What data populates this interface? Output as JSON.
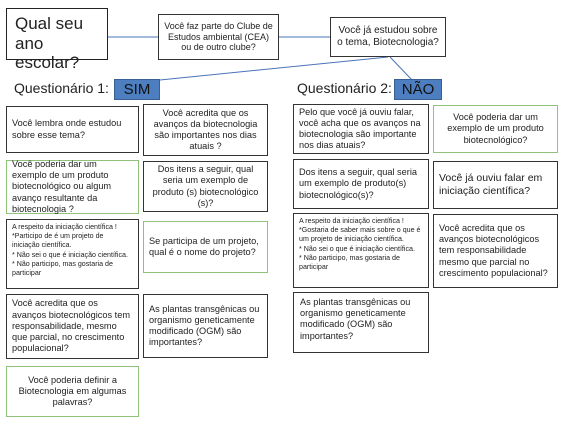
{
  "header": {
    "school_year": "Qual seu ano escolar?",
    "club_question": "Você faz parte do Clube de Estudos ambiental (CEA) ou de outro clube?",
    "studied_question": "Você já estudou sobre o tema, Biotecnologia?"
  },
  "questionnaire_1": {
    "label": "Questionário 1:",
    "tag": "SIM",
    "q1": "Você lembra onde estudou sobre esse tema?",
    "q2": "Você acredita que os avanços da biotecnologia são importantes nos dias atuais ?",
    "q3": "Você poderia dar um exemplo de um produto biotecnológico ou algum avanço resultante da biotecnologia ?",
    "q4": "Dos itens a seguir, qual seria um exemplo de produto (s) biotecnológico (s)?",
    "q5_lines": [
      "A respeito da iniciação científica !",
      "*Participo de é um projeto de iniciação científica.",
      "* Não sei o que é iniciação científica.",
      "* Não participo, mas gostaria de participar"
    ],
    "q6": "Se participa de um projeto, qual é o nome do projeto?",
    "q7": "Você acredita que os avanços biotecnológicos tem responsabilidade, mesmo que parcial, no crescimento populacional?",
    "q8": "As plantas transgênicas ou organismo geneticamente modificado (OGM) são importantes?",
    "q9": "Você poderia definir a Biotecnologia em algumas palavras?"
  },
  "questionnaire_2": {
    "label": "Questionário 2:",
    "tag": "NÃO",
    "q1": "Pelo que você já ouviu falar, você acha que os avanços na biotecnologia são importante nos dias atuais?",
    "q2": "Você poderia dar um exemplo de um produto biotecnológico?",
    "q3": "Dos itens a seguir, qual seria um exemplo de produto(s) biotecnológico(s)?",
    "q4": "Você já ouviu falar em iniciação científica?",
    "q5_lines": [
      "A respeito da iniciação científica !",
      "*Gostaria de saber mais sobre o que é um projeto de iniciação científica.",
      "* Não sei o que é iniciação científica.",
      "* Não participo, mas gostaria de participar"
    ],
    "q6": "Você acredita que os avanços biotecnológicos tem responsabilidade mesmo que parcial no crescimento populacional?",
    "q7": "As plantas transgênicas ou organismo geneticamente modificado (OGM) são importantes?"
  },
  "colors": {
    "tag_fill": "#4d7ebf",
    "connector": "#4a74b8",
    "green_border": "#8fc27a",
    "black_border": "#333333"
  }
}
